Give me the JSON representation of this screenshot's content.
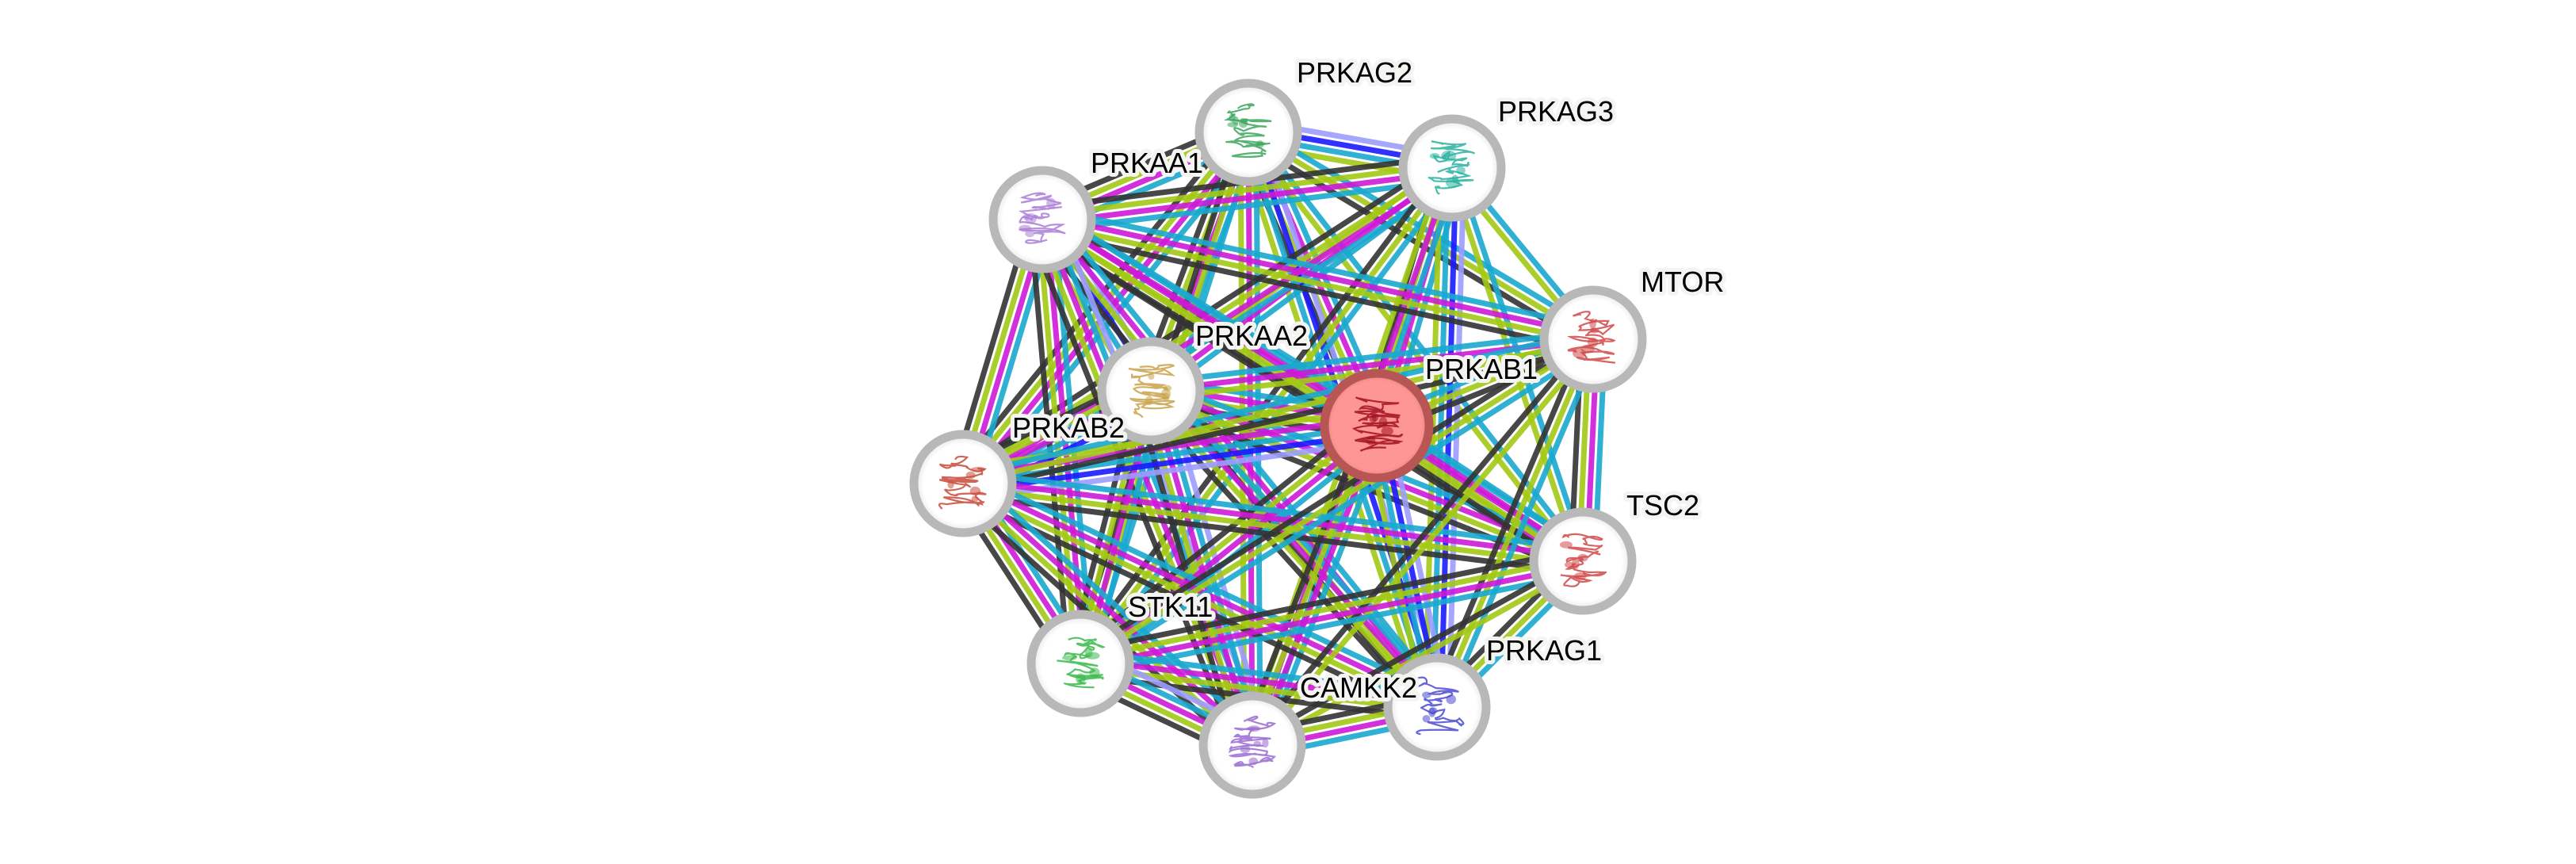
{
  "title": "Protein interaction network",
  "edge_colors": {
    "curated_database": "#1aa9cf",
    "experimental": "#cc19d6",
    "textmining": "#a3c915",
    "coexpression": "#333333",
    "cooccurrence": "#1a1aff",
    "homology": "#9c9cff"
  },
  "node_style": {
    "ring_color": "#b8b8b8",
    "fill_color": "#ffffff",
    "query_fill": "#ff9696",
    "query_ring": "#b85555",
    "label_color": "#000000"
  },
  "nodes": [
    {
      "id": "PRKAG2",
      "label": "PRKAG2",
      "query": false,
      "structure_color": "#3aa45a"
    },
    {
      "id": "PRKAG3",
      "label": "PRKAG3",
      "query": false,
      "structure_color": "#2ab0a0"
    },
    {
      "id": "PRKAA1",
      "label": "PRKAA1",
      "query": false,
      "structure_color": "#a97dd6"
    },
    {
      "id": "MTOR",
      "label": "MTOR",
      "query": false,
      "structure_color": "#d04848"
    },
    {
      "id": "PRKAA2",
      "label": "PRKAA2",
      "query": false,
      "structure_color": "#c9a24a"
    },
    {
      "id": "PRKAB1",
      "label": "PRKAB1",
      "query": true,
      "structure_color": "#a01020"
    },
    {
      "id": "PRKAB2",
      "label": "PRKAB2",
      "query": false,
      "structure_color": "#c84a3a"
    },
    {
      "id": "TSC2",
      "label": "TSC2",
      "query": false,
      "structure_color": "#d04848"
    },
    {
      "id": "STK11",
      "label": "STK11",
      "query": false,
      "structure_color": "#3ab84a"
    },
    {
      "id": "PRKAG1",
      "label": "PRKAG1",
      "query": false,
      "structure_color": "#4a4ad0"
    },
    {
      "id": "CAMKK2",
      "label": "CAMKK2",
      "query": false,
      "structure_color": "#9a6ad0"
    }
  ],
  "edges": [
    {
      "a": "PRKAG2",
      "b": "PRKAG3",
      "types": [
        "homology",
        "cooccurrence",
        "curated_database",
        "textmining"
      ]
    },
    {
      "a": "PRKAG2",
      "b": "PRKAA1",
      "types": [
        "curated_database",
        "experimental",
        "textmining",
        "coexpression"
      ]
    },
    {
      "a": "PRKAG2",
      "b": "PRKAA2",
      "types": [
        "curated_database",
        "experimental",
        "textmining",
        "coexpression"
      ]
    },
    {
      "a": "PRKAG2",
      "b": "PRKAB1",
      "types": [
        "curated_database",
        "experimental",
        "textmining",
        "coexpression"
      ]
    },
    {
      "a": "PRKAG2",
      "b": "PRKAB2",
      "types": [
        "curated_database",
        "experimental",
        "textmining",
        "coexpression"
      ]
    },
    {
      "a": "PRKAG2",
      "b": "MTOR",
      "types": [
        "curated_database",
        "textmining",
        "coexpression"
      ]
    },
    {
      "a": "PRKAG2",
      "b": "TSC2",
      "types": [
        "curated_database",
        "textmining"
      ]
    },
    {
      "a": "PRKAG2",
      "b": "STK11",
      "types": [
        "curated_database",
        "textmining",
        "coexpression"
      ]
    },
    {
      "a": "PRKAG2",
      "b": "PRKAG1",
      "types": [
        "homology",
        "cooccurrence",
        "curated_database",
        "textmining"
      ]
    },
    {
      "a": "PRKAG2",
      "b": "CAMKK2",
      "types": [
        "curated_database",
        "experimental",
        "textmining"
      ]
    },
    {
      "a": "PRKAG3",
      "b": "PRKAA1",
      "types": [
        "curated_database",
        "experimental",
        "textmining",
        "coexpression"
      ]
    },
    {
      "a": "PRKAG3",
      "b": "PRKAA2",
      "types": [
        "curated_database",
        "experimental",
        "textmining"
      ]
    },
    {
      "a": "PRKAG3",
      "b": "PRKAB1",
      "types": [
        "curated_database",
        "experimental",
        "textmining",
        "coexpression"
      ]
    },
    {
      "a": "PRKAG3",
      "b": "PRKAB2",
      "types": [
        "curated_database",
        "experimental",
        "textmining",
        "coexpression"
      ]
    },
    {
      "a": "PRKAG3",
      "b": "MTOR",
      "types": [
        "curated_database",
        "textmining"
      ]
    },
    {
      "a": "PRKAG3",
      "b": "TSC2",
      "types": [
        "curated_database",
        "textmining"
      ]
    },
    {
      "a": "PRKAG3",
      "b": "STK11",
      "types": [
        "curated_database",
        "textmining",
        "coexpression"
      ]
    },
    {
      "a": "PRKAG3",
      "b": "PRKAG1",
      "types": [
        "homology",
        "cooccurrence",
        "curated_database",
        "textmining"
      ]
    },
    {
      "a": "PRKAG3",
      "b": "CAMKK2",
      "types": [
        "curated_database",
        "experimental",
        "textmining"
      ]
    },
    {
      "a": "PRKAA1",
      "b": "PRKAA2",
      "types": [
        "homology",
        "cooccurrence",
        "curated_database",
        "textmining"
      ]
    },
    {
      "a": "PRKAA1",
      "b": "PRKAB1",
      "types": [
        "curated_database",
        "experimental",
        "textmining",
        "coexpression"
      ]
    },
    {
      "a": "PRKAA1",
      "b": "PRKAB2",
      "types": [
        "curated_database",
        "experimental",
        "textmining",
        "coexpression"
      ]
    },
    {
      "a": "PRKAA1",
      "b": "MTOR",
      "types": [
        "curated_database",
        "experimental",
        "textmining",
        "coexpression"
      ]
    },
    {
      "a": "PRKAA1",
      "b": "TSC2",
      "types": [
        "curated_database",
        "experimental",
        "textmining",
        "coexpression"
      ]
    },
    {
      "a": "PRKAA1",
      "b": "STK11",
      "types": [
        "curated_database",
        "experimental",
        "textmining",
        "coexpression"
      ]
    },
    {
      "a": "PRKAA1",
      "b": "PRKAG1",
      "types": [
        "curated_database",
        "experimental",
        "textmining",
        "coexpression"
      ]
    },
    {
      "a": "PRKAA1",
      "b": "CAMKK2",
      "types": [
        "homology",
        "curated_database",
        "experimental",
        "textmining",
        "coexpression"
      ]
    },
    {
      "a": "PRKAA2",
      "b": "PRKAB1",
      "types": [
        "curated_database",
        "experimental",
        "textmining",
        "coexpression"
      ]
    },
    {
      "a": "PRKAA2",
      "b": "PRKAB2",
      "types": [
        "cooccurrence",
        "curated_database",
        "experimental",
        "textmining",
        "coexpression"
      ]
    },
    {
      "a": "PRKAA2",
      "b": "MTOR",
      "types": [
        "curated_database",
        "experimental",
        "textmining"
      ]
    },
    {
      "a": "PRKAA2",
      "b": "TSC2",
      "types": [
        "curated_database",
        "experimental",
        "textmining",
        "coexpression"
      ]
    },
    {
      "a": "PRKAA2",
      "b": "STK11",
      "types": [
        "curated_database",
        "experimental",
        "textmining",
        "coexpression"
      ]
    },
    {
      "a": "PRKAA2",
      "b": "PRKAG1",
      "types": [
        "curated_database",
        "experimental",
        "textmining",
        "coexpression"
      ]
    },
    {
      "a": "PRKAA2",
      "b": "CAMKK2",
      "types": [
        "homology",
        "curated_database",
        "experimental",
        "textmining",
        "coexpression"
      ]
    },
    {
      "a": "PRKAB1",
      "b": "PRKAB2",
      "types": [
        "homology",
        "cooccurrence",
        "curated_database",
        "experimental",
        "textmining"
      ]
    },
    {
      "a": "PRKAB1",
      "b": "MTOR",
      "types": [
        "curated_database",
        "textmining",
        "coexpression"
      ]
    },
    {
      "a": "PRKAB1",
      "b": "TSC2",
      "types": [
        "curated_database",
        "experimental",
        "textmining",
        "coexpression"
      ]
    },
    {
      "a": "PRKAB1",
      "b": "STK11",
      "types": [
        "curated_database",
        "experimental",
        "textmining",
        "coexpression"
      ]
    },
    {
      "a": "PRKAB1",
      "b": "PRKAG1",
      "types": [
        "homology",
        "cooccurrence",
        "curated_database",
        "textmining"
      ]
    },
    {
      "a": "PRKAB1",
      "b": "CAMKK2",
      "types": [
        "curated_database",
        "experimental",
        "textmining",
        "coexpression"
      ]
    },
    {
      "a": "PRKAB2",
      "b": "MTOR",
      "types": [
        "curated_database",
        "textmining",
        "coexpression"
      ]
    },
    {
      "a": "PRKAB2",
      "b": "TSC2",
      "types": [
        "curated_database",
        "experimental",
        "textmining",
        "coexpression"
      ]
    },
    {
      "a": "PRKAB2",
      "b": "STK11",
      "types": [
        "curated_database",
        "experimental",
        "textmining",
        "coexpression"
      ]
    },
    {
      "a": "PRKAB2",
      "b": "PRKAG1",
      "types": [
        "curated_database",
        "experimental",
        "textmining",
        "coexpression"
      ]
    },
    {
      "a": "PRKAB2",
      "b": "CAMKK2",
      "types": [
        "curated_database",
        "experimental",
        "textmining",
        "coexpression"
      ]
    },
    {
      "a": "MTOR",
      "b": "TSC2",
      "types": [
        "curated_database",
        "experimental",
        "textmining",
        "coexpression"
      ]
    },
    {
      "a": "MTOR",
      "b": "STK11",
      "types": [
        "curated_database",
        "textmining",
        "coexpression"
      ]
    },
    {
      "a": "MTOR",
      "b": "PRKAG1",
      "types": [
        "curated_database",
        "textmining",
        "coexpression"
      ]
    },
    {
      "a": "MTOR",
      "b": "CAMKK2",
      "types": [
        "textmining",
        "coexpression"
      ]
    },
    {
      "a": "TSC2",
      "b": "STK11",
      "types": [
        "curated_database",
        "experimental",
        "textmining",
        "coexpression"
      ]
    },
    {
      "a": "TSC2",
      "b": "PRKAG1",
      "types": [
        "curated_database",
        "textmining",
        "coexpression"
      ]
    },
    {
      "a": "TSC2",
      "b": "CAMKK2",
      "types": [
        "textmining",
        "coexpression"
      ]
    },
    {
      "a": "STK11",
      "b": "PRKAG1",
      "types": [
        "curated_database",
        "experimental",
        "textmining",
        "coexpression"
      ]
    },
    {
      "a": "STK11",
      "b": "CAMKK2",
      "types": [
        "homology",
        "curated_database",
        "experimental",
        "textmining",
        "coexpression"
      ]
    },
    {
      "a": "PRKAG1",
      "b": "CAMKK2",
      "types": [
        "curated_database",
        "experimental",
        "textmining",
        "coexpression"
      ]
    }
  ]
}
